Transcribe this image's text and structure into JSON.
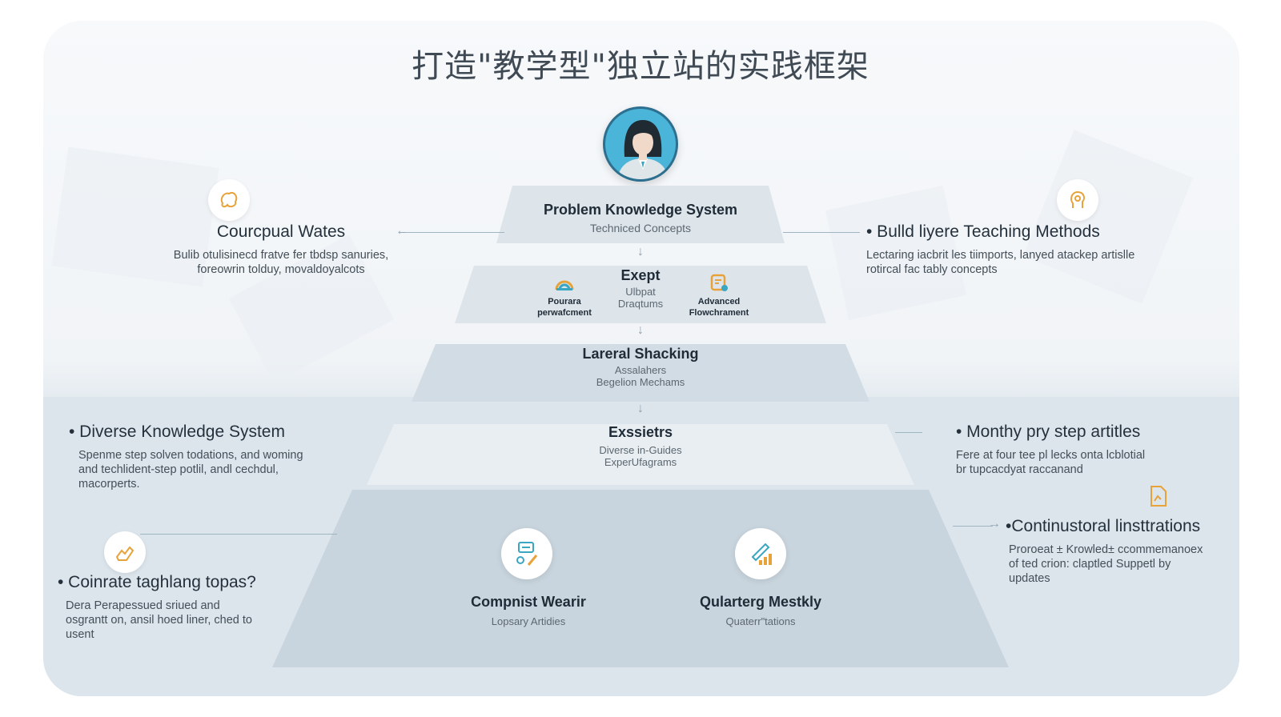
{
  "title": "打造\"教学型\"独立站的实践框架",
  "pyramid": {
    "tier1": {
      "title": "Problem Knowledge System",
      "subtitle": "Techniced Concepts"
    },
    "tier2": {
      "title": "Exept",
      "subtitle_1": "Ulbpat",
      "subtitle_2": "Draqtums",
      "left_item": {
        "line1": "Pourara",
        "line2": "perwafcment",
        "icon": "rainbow-icon"
      },
      "right_item": {
        "line1": "Advanced",
        "line2": "Flowchrament",
        "icon": "document-icon"
      }
    },
    "tier3": {
      "title": "Lareral Shacking",
      "subtitle_1": "Assalahers",
      "subtitle_2": "Begelion Mechams"
    },
    "tier4": {
      "title": "Exssietrs",
      "subtitle_1": "Diverse in-Guides",
      "subtitle_2": "ExperUfagrams"
    },
    "base": {
      "left": {
        "title": "Compnist Wearir",
        "subtitle": "Lopsary Artidies",
        "icon": "chat-tools-icon"
      },
      "right": {
        "title": "Qularterg Mestkly",
        "subtitle": "Quaterr\"tations",
        "icon": "chart-pencil-icon"
      }
    }
  },
  "sides": {
    "top_left": {
      "heading": "Courcpual Wates",
      "line1": "Bulib otulisinecd fratve fer tbdsp sanuries,",
      "line2": "foreowrin tolduy, movaldoyalcots",
      "icon": "brain-icon"
    },
    "top_right": {
      "heading": "• Bulld liyere Teaching Methods",
      "line1": "Lectaring iacbrit les tiimports, lanyed atackep artislle",
      "line2": "rotircal fac tably concepts",
      "icon": "head-gear-icon"
    },
    "mid_left": {
      "heading": "• Diverse Knowledge System",
      "line1": "Spenme step solven todations, and woming",
      "line2": "and techlident-step potlil, andl cechdul,",
      "line3": "macorperts."
    },
    "mid_right": {
      "heading": "• Monthy pry step artitles",
      "line1": "Fere at four tee pl lecks onta lcblotial",
      "line2": "br tupcacdyat raccanand",
      "icon": "file-chart-icon"
    },
    "bottom_left": {
      "heading": "• Coinrate taghlang topas?",
      "line1": "Dera Perapessued sriued and",
      "line2": "osgrantt on, ansil hoed liner, ched to",
      "line3": "usent",
      "icon": "hand-icon"
    },
    "bottom_right": {
      "heading": "•Continustoral linsttrations",
      "line1": "Proroeat ± Krowled± ccommemanoex",
      "line2": "of ted crion: claptled Suppetl by",
      "line3": "updates"
    }
  },
  "colors": {
    "accent_orange": "#e8a23a",
    "accent_teal": "#3aa6c2",
    "avatar_bg": "#4bb4d9"
  }
}
